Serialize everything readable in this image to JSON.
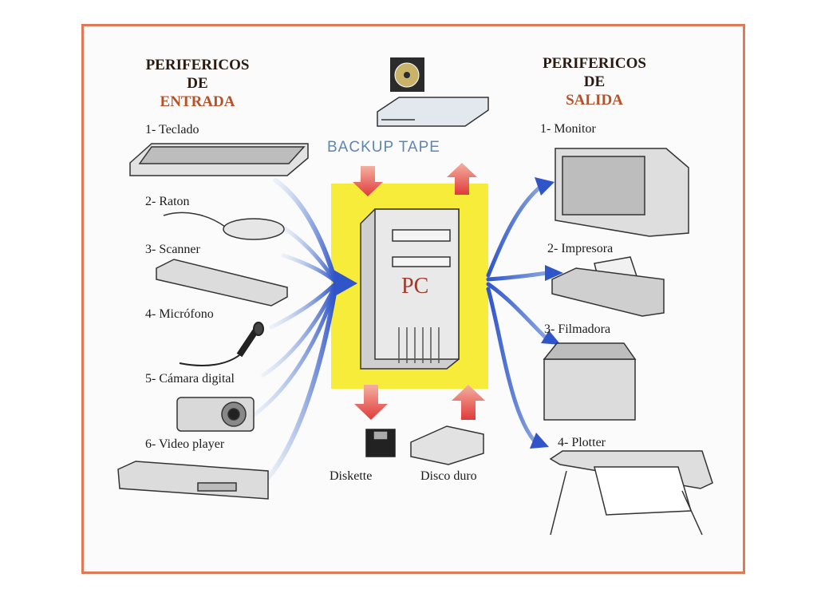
{
  "input_header": {
    "line1": "PERIFERICOS",
    "line2": "DE",
    "line3": "ENTRADA"
  },
  "output_header": {
    "line1": "PERIFERICOS",
    "line2": "DE",
    "line3": "SALIDA"
  },
  "input_devices": [
    {
      "label": "1- Teclado",
      "icon": "keyboard-icon"
    },
    {
      "label": "2- Raton",
      "icon": "mouse-icon"
    },
    {
      "label": "3- Scanner",
      "icon": "scanner-icon"
    },
    {
      "label": "4- Micrófono",
      "icon": "microphone-icon"
    },
    {
      "label": "5- Cámara digital",
      "icon": "camera-icon"
    },
    {
      "label": "6- Video player",
      "icon": "video-player-icon"
    }
  ],
  "output_devices": [
    {
      "label": "1- Monitor",
      "icon": "monitor-icon"
    },
    {
      "label": "2- Impresora",
      "icon": "printer-icon"
    },
    {
      "label": "3- Filmadora",
      "icon": "film-recorder-icon"
    },
    {
      "label": "4- Plotter",
      "icon": "plotter-icon"
    }
  ],
  "center": {
    "label": "PC",
    "icon": "pc-tower-icon",
    "highlight_color": "#f7ec3a"
  },
  "backup": {
    "label": "BACKUP TAPE",
    "icon": "tape-drive-icon",
    "color": "#5e86b4"
  },
  "storage": [
    {
      "label": "Diskette",
      "icon": "floppy-disk-icon"
    },
    {
      "label": "Disco duro",
      "icon": "hard-disk-icon"
    }
  ],
  "colors": {
    "frame": "#e07a55",
    "arrow_blue": "#2f55c8",
    "arrow_red": "#e03a3a",
    "header_accent": "#b5522b"
  }
}
